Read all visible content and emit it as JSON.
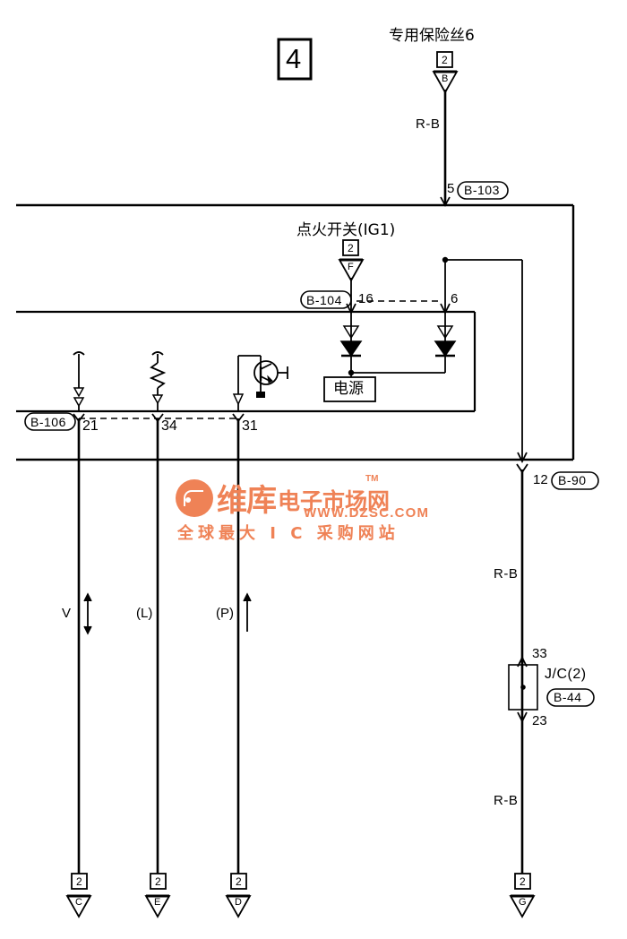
{
  "sheet": {
    "page_marker": "4",
    "watermark": {
      "brand_cn": "维库",
      "brand_cn2": "电子市场网",
      "tm": "TM",
      "url": "WWW.DZSC.COM",
      "tagline": "全球最大 I C 采购网站"
    }
  },
  "components": {
    "fuse": {
      "label": "专用保险丝6",
      "pin_box": "2",
      "grid": "B"
    },
    "ignition_switch": {
      "label": "点火开关(IG1)",
      "pin_box": "2",
      "grid": "F"
    },
    "power_supply": {
      "label": "电源"
    },
    "junction": {
      "label": "J/C(2)",
      "connector": "B-44",
      "pin_in": "33",
      "pin_out": "23"
    }
  },
  "connectors": {
    "b103": {
      "name": "B-103",
      "pin": "5"
    },
    "b104": {
      "name": "B-104",
      "pin_left": "16",
      "pin_right": "6"
    },
    "b106": {
      "name": "B-106",
      "pins": [
        "21",
        "34",
        "31"
      ]
    },
    "b90": {
      "name": "B-90",
      "pin": "12"
    }
  },
  "wires": {
    "top_rb": "R-B",
    "mid_rb": "R-B",
    "bottom_rb": "R-B",
    "color_v": "V",
    "color_l": "(L)",
    "color_p": "(P)"
  },
  "grounds": [
    {
      "pin_box": "2",
      "grid": "C"
    },
    {
      "pin_box": "2",
      "grid": "E"
    },
    {
      "pin_box": "2",
      "grid": "D"
    },
    {
      "pin_box": "2",
      "grid": "G"
    }
  ]
}
